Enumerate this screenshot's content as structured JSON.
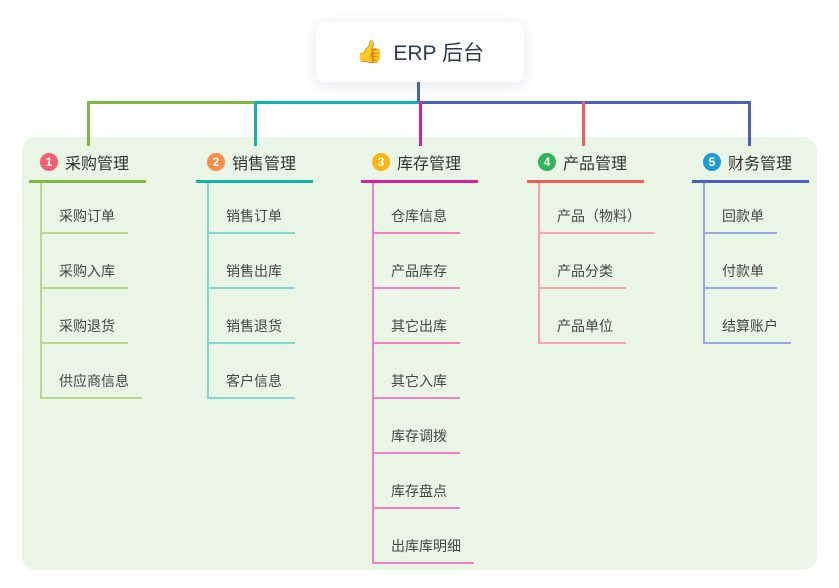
{
  "root": {
    "icon": "👍",
    "title": "ERP 后台"
  },
  "colors": {
    "panel_bg": "#eaf6e5",
    "root_connector": "#4a5fc4",
    "header_text": "#333333",
    "child_text": "#454545"
  },
  "branches": [
    {
      "badge": "1",
      "badge_color": "#f35f70",
      "label": "采购管理",
      "line_color": "#7cb93f",
      "child_line_color": "#b4d98f",
      "children": [
        "采购订单",
        "采购入库",
        "采购退货",
        "供应商信息"
      ]
    },
    {
      "badge": "2",
      "badge_color": "#fa8c46",
      "label": "销售管理",
      "line_color": "#12b2aa",
      "child_line_color": "#84d6d0",
      "children": [
        "销售订单",
        "销售出库",
        "销售退货",
        "客户信息"
      ]
    },
    {
      "badge": "3",
      "badge_color": "#fcb315",
      "label": "库存管理",
      "line_color": "#d6219c",
      "child_line_color": "#f07fc3",
      "children": [
        "仓库信息",
        "产品库存",
        "其它出库",
        "其它入库",
        "库存调拨",
        "库存盘点",
        "出库库明细"
      ]
    },
    {
      "badge": "4",
      "badge_color": "#2fb558",
      "label": "产品管理",
      "line_color": "#f15b5b",
      "child_line_color": "#f7a4a4",
      "children": [
        "产品（物料）",
        "产品分类",
        "产品单位"
      ]
    },
    {
      "badge": "5",
      "badge_color": "#1f9ad6",
      "label": "财务管理",
      "line_color": "#4a5fc4",
      "child_line_color": "#93a9e3",
      "children": [
        "回款单",
        "付款单",
        "结算账户"
      ]
    }
  ]
}
